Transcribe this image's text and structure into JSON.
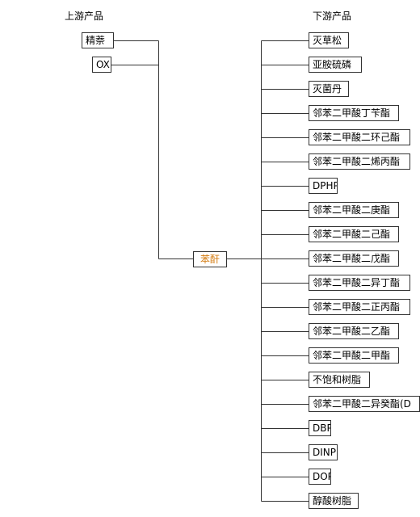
{
  "headers": {
    "upstream": "上游产品",
    "downstream": "下游产品"
  },
  "upstream": [
    "精萘",
    "OX"
  ],
  "center": {
    "label": "苯酐",
    "color": "#d47b10"
  },
  "downstream": [
    "灭草松",
    "亚胺硫磷",
    "灭菌丹",
    "邻苯二甲酸丁苄酯",
    "邻苯二甲酸二环己酯",
    "邻苯二甲酸二烯丙酯",
    "DPHP",
    "邻苯二甲酸二庚酯",
    "邻苯二甲酸二己酯",
    "邻苯二甲酸二戊酯",
    "邻苯二甲酸二异丁酯",
    "邻苯二甲酸二正丙酯",
    "邻苯二甲酸二乙酯",
    "邻苯二甲酸二甲酯",
    "不饱和树脂",
    "邻苯二甲酸二异癸酯(D",
    "DBP",
    "DINP",
    "DOP",
    "醇酸树脂"
  ]
}
